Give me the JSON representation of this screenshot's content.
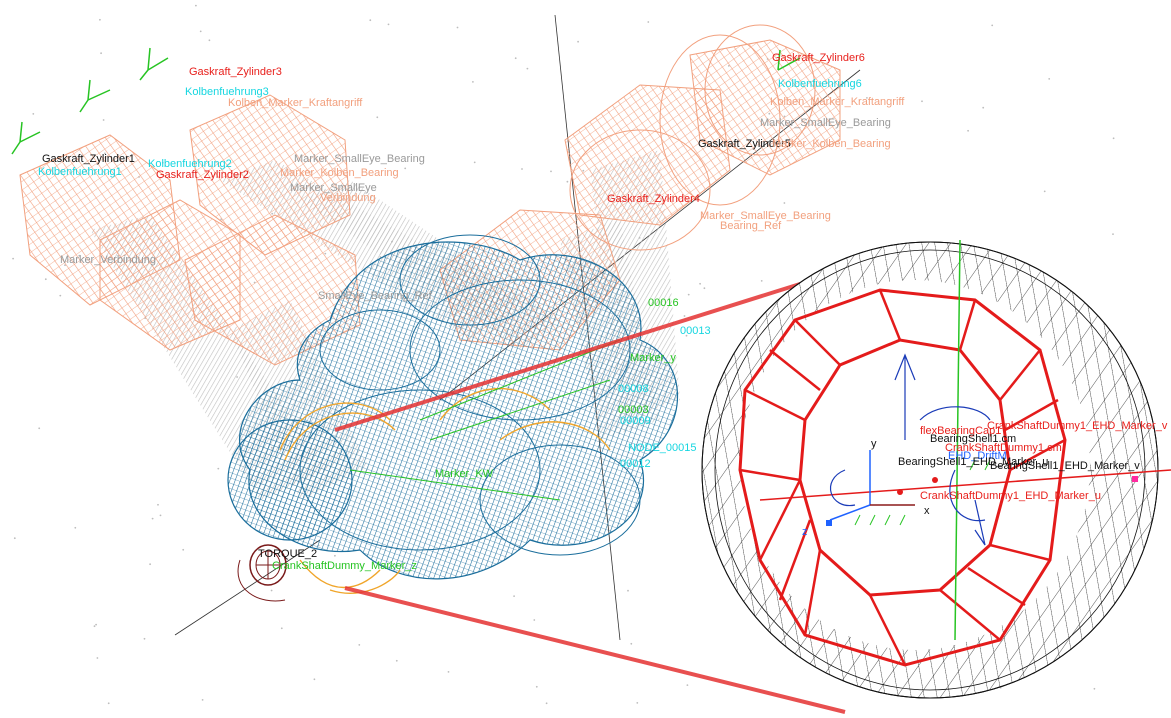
{
  "labels": {
    "gas_z1": "Gaskraft_Zylinder1",
    "gas_z2": "Gaskraft_Zylinder2",
    "gas_z3": "Gaskraft_Zylinder3",
    "gas_z4": "Gaskraft_Zylinder4",
    "gas_z5": "Gaskraft_Zylinder5",
    "gas_z6": "Gaskraft_Zylinder6",
    "kolbenfuehrung1": "Kolbenfuehrung1",
    "kolbenfuehrung2": "Kolbenfuehrung2",
    "kolbenfuehrung3": "Kolbenfuehrung3",
    "kolbenfuehrung6": "Kolbenfuehrung6",
    "kolben_marker_kraftangriff": "Kolben_Marker_Kraftangriff",
    "marker_smalleye_bearing": "Marker_SmallEye_Bearing",
    "marker_kolben_bearing": "Marker_Kolben_Bearing",
    "marker_smalleye": "Marker_SmallEye",
    "verbindung": "Verbindung",
    "marker_verbindung": "Marker_Verbindung",
    "smalleye_bearing_ref": "SmallEye_Bearing_Ref",
    "bearing_ref": "Bearing_Ref",
    "torque_2": "TORQUE_2",
    "crankshaftdummy_marker": "CrankShaftDummy_Marker_z",
    "node_00016": "00016",
    "node_00013": "00013",
    "node_00008": "00008",
    "node_00003": "00003",
    "node_00009": "00009",
    "node_00015": "NODE_00015",
    "node_00012": "00012",
    "marker_kw": "Marker_KW",
    "marker_y": "Marker_y",
    "flex_bearing_cap": "flexBearingCap1",
    "bearingshell1_cm": "BearingShell1.cm",
    "crankshaftdummy1_cm": "CrankShaftDummy1.cm",
    "ehd_marker_v_top": "CrankShaftDummy1_EHD_Marker_v",
    "ehd_drift": "EHD_DriftM",
    "bearingshell_ehd_marker_u": "BearingShell1_EHD_Marker_u",
    "bearingshell_ehd_marker_v": "BearingShell1_EHD_Marker_v",
    "ehd_marker_u": "CrankShaftDummy1_EHD_Marker_u",
    "axis_x": "x",
    "axis_y": "y",
    "axis_z": "z"
  },
  "colors": {
    "piston_wire": "#f2a07e",
    "rod_wire": "#b8b8b8",
    "crank_wire": "#1b6e9c",
    "counterweight_wire": "#f0a52a",
    "callout_line": "#e53232",
    "bearing_red": "#e41b1b",
    "label_red": "#e8201c",
    "label_cyan": "#16d6e0",
    "label_green": "#27c423"
  }
}
